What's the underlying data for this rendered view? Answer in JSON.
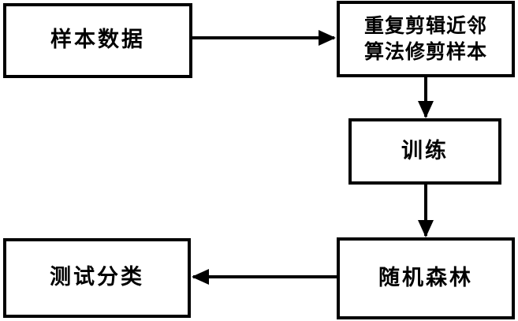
{
  "nodes": {
    "sample": {
      "label": "样本数据"
    },
    "editing": {
      "lines": [
        "重复剪辑近邻",
        "算法修剪样本"
      ]
    },
    "train": {
      "label": "训练"
    },
    "forest": {
      "label": "随机森林"
    },
    "test": {
      "label": "测试分类"
    }
  },
  "edges": [
    {
      "from": "sample",
      "to": "editing"
    },
    {
      "from": "editing",
      "to": "train"
    },
    {
      "from": "train",
      "to": "forest"
    },
    {
      "from": "forest",
      "to": "test"
    }
  ]
}
